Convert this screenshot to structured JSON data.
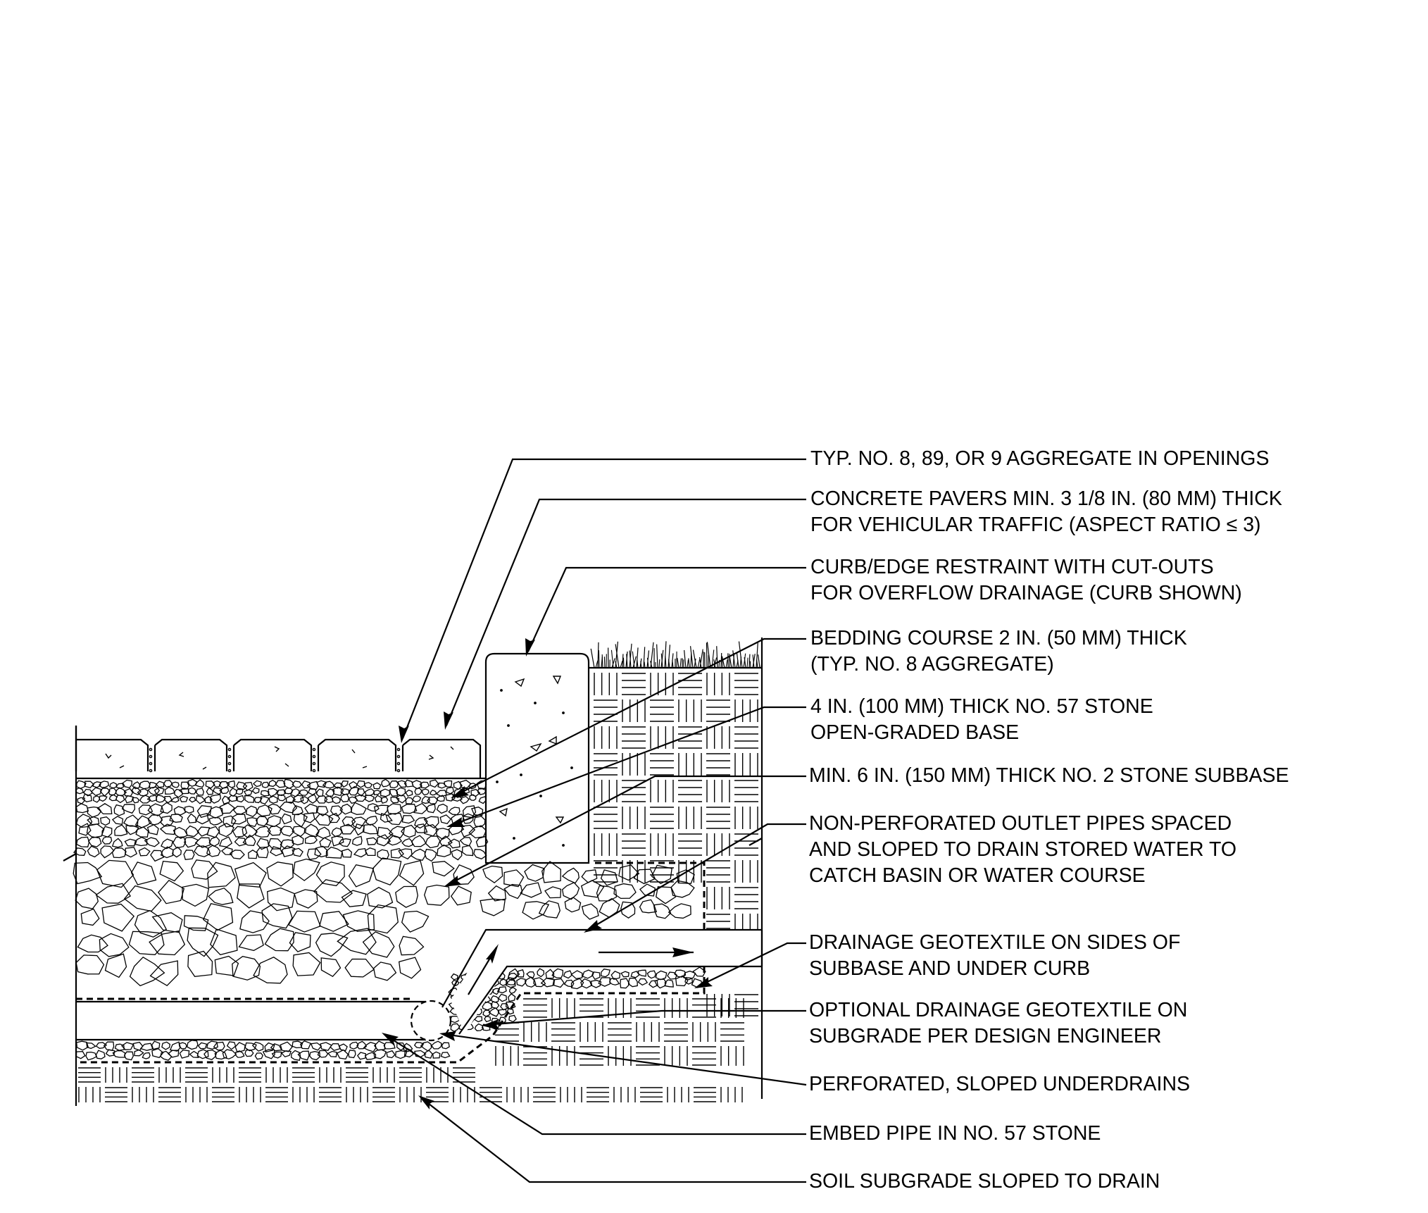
{
  "callouts": [
    {
      "lines": [
        "TYP. NO. 8, 89, OR 9 AGGREGATE IN OPENINGS"
      ]
    },
    {
      "lines": [
        "CONCRETE PAVERS MIN. 3 1/8 IN. (80 MM) THICK",
        "FOR VEHICULAR TRAFFIC (ASPECT RATIO ≤ 3)"
      ]
    },
    {
      "lines": [
        "CURB/EDGE RESTRAINT WITH CUT-OUTS",
        "FOR OVERFLOW DRAINAGE (CURB SHOWN)"
      ]
    },
    {
      "lines": [
        "BEDDING COURSE 2 IN. (50 MM) THICK",
        "(TYP. NO. 8 AGGREGATE)"
      ]
    },
    {
      "lines": [
        "4 IN. (100 MM) THICK NO. 57 STONE",
        "OPEN-GRADED BASE"
      ]
    },
    {
      "lines": [
        "MIN. 6 IN. (150 MM) THICK NO. 2 STONE SUBBASE"
      ]
    },
    {
      "lines": [
        "NON-PERFORATED OUTLET PIPES SPACED",
        "AND SLOPED TO DRAIN STORED WATER TO",
        "CATCH BASIN OR WATER COURSE"
      ]
    },
    {
      "lines": [
        "DRAINAGE GEOTEXTILE ON SIDES OF",
        "SUBBASE AND UNDER CURB"
      ]
    },
    {
      "lines": [
        "OPTIONAL DRAINAGE GEOTEXTILE ON",
        " SUBGRADE PER DESIGN ENGINEER"
      ]
    },
    {
      "lines": [
        "PERFORATED, SLOPED UNDERDRAINS"
      ]
    },
    {
      "lines": [
        "EMBED PIPE IN NO. 57 STONE"
      ]
    },
    {
      "lines": [
        "SOIL SUBGRADE SLOPED TO DRAIN"
      ]
    }
  ]
}
